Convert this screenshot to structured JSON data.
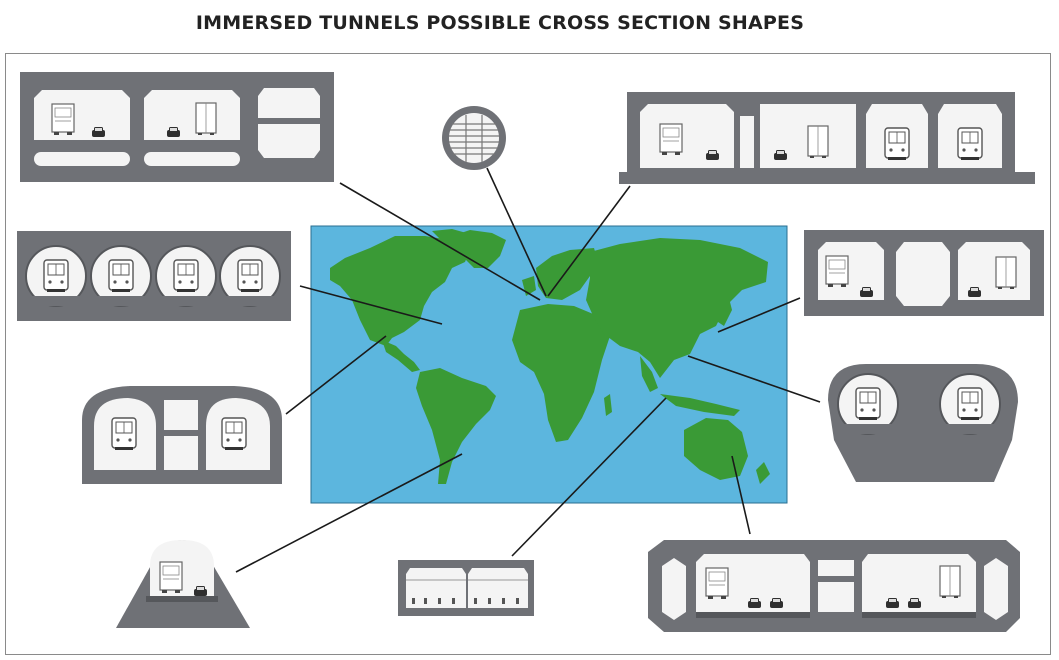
{
  "title": "IMMERSED TUNNELS POSSIBLE CROSS SECTION SHAPES",
  "colors": {
    "concrete": "#6f7176",
    "concrete_dark": "#55575b",
    "cell": "#f4f4f4",
    "ocean": "#5cb6de",
    "land": "#3a9a36",
    "leader_line": "#1a1a1a",
    "frame": "#8a8a8a"
  },
  "elements": [
    {
      "id": "road-tunnel-two-tubes-with-central-gallery",
      "icons": [
        "truck-icon",
        "car-icon"
      ]
    },
    {
      "id": "single-circular-tunnel",
      "icons": [
        "stair-icon"
      ]
    },
    {
      "id": "road-and-rail-combined-tunnel",
      "icons": [
        "truck-icon",
        "car-icon",
        "train-icon"
      ]
    },
    {
      "id": "four-bore-rail-tunnel",
      "icons": [
        "train-icon"
      ]
    },
    {
      "id": "three-cell-road-tunnel",
      "icons": [
        "truck-icon",
        "car-icon"
      ]
    },
    {
      "id": "twin-bore-rail-tunnel-with-gallery",
      "icons": [
        "train-icon"
      ]
    },
    {
      "id": "twin-circular-rail-tunnel",
      "icons": [
        "train-icon"
      ]
    },
    {
      "id": "arch-road-tunnel",
      "icons": [
        "truck-icon",
        "car-icon"
      ]
    },
    {
      "id": "low-rectangular-tunnel",
      "icons": []
    },
    {
      "id": "wide-road-tunnel-with-escape-gallery",
      "icons": [
        "truck-icon",
        "car-icon"
      ]
    }
  ]
}
